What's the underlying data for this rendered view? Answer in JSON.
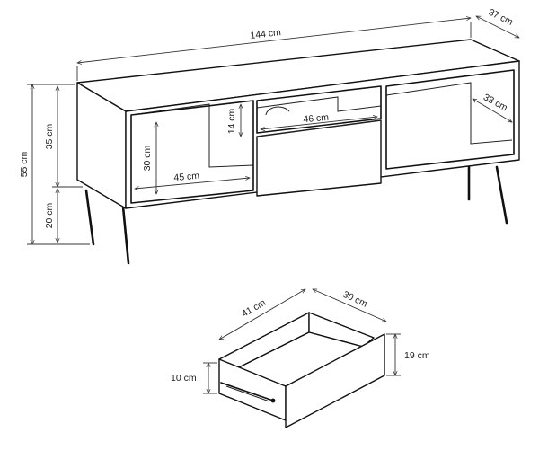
{
  "cabinet": {
    "width_label": "144 cm",
    "depth_label": "37 cm",
    "total_height_label": "55 cm",
    "body_height_label": "35 cm",
    "leg_height_label": "20 cm",
    "shelf_height_label": "30 cm",
    "shelf_width_label": "45 cm",
    "opening_height_label": "14 cm",
    "drawer_width_label": "46 cm",
    "inner_depth_label": "33 cm"
  },
  "drawer": {
    "width_label": "41 cm",
    "depth_label": "30 cm",
    "front_height_label": "19 cm",
    "box_height_label": "10 cm"
  },
  "colors": {
    "line": "#111111",
    "background": "#ffffff"
  }
}
